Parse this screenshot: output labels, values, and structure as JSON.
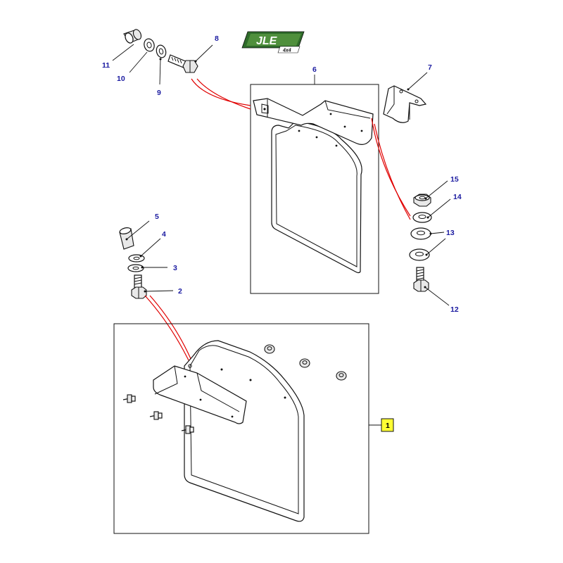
{
  "logo": {
    "brand": "JLE",
    "sub": "4x4",
    "colors": {
      "dark": "#2e6b2a",
      "light": "#8fc46a"
    }
  },
  "callouts": {
    "c1": "1",
    "c2": "2",
    "c3": "3",
    "c4": "4",
    "c5": "5",
    "c6": "6",
    "c7": "7",
    "c8": "8",
    "c9": "9",
    "c10": "10",
    "c11": "11",
    "c12": "12",
    "c13": "13",
    "c14": "14",
    "c15": "15"
  },
  "colors": {
    "callout_text": "#1a1aa0",
    "highlight_fill": "#ffff33",
    "connector": "#e00000"
  }
}
